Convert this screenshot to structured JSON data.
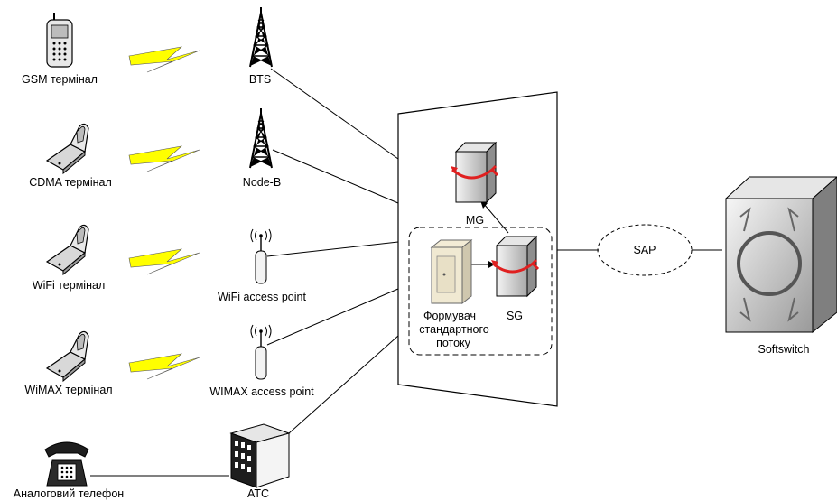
{
  "terminals": {
    "gsm": "GSM термінал",
    "cdma": "CDMA термінал",
    "wifi": "WiFi термінал",
    "wimax": "WiMAX термінал",
    "phone": "Аналоговий телефон"
  },
  "access": {
    "bts": "BTS",
    "nodeb": "Node-B",
    "wifi_ap": "WiFi access point",
    "wimax_ap": "WIMAX access point",
    "atc": "АТС"
  },
  "gateway": {
    "mg": "MG",
    "sg": "SG",
    "former_line1": "Формувач",
    "former_line2": "стандартного",
    "former_line3": "потоку"
  },
  "sap": "SAP",
  "softswitch": "Softswitch",
  "colors": {
    "lightning": "#ffff00",
    "rotate_arrow": "#e02020",
    "server_gray": "#c8c8c8",
    "line": "#000000"
  }
}
